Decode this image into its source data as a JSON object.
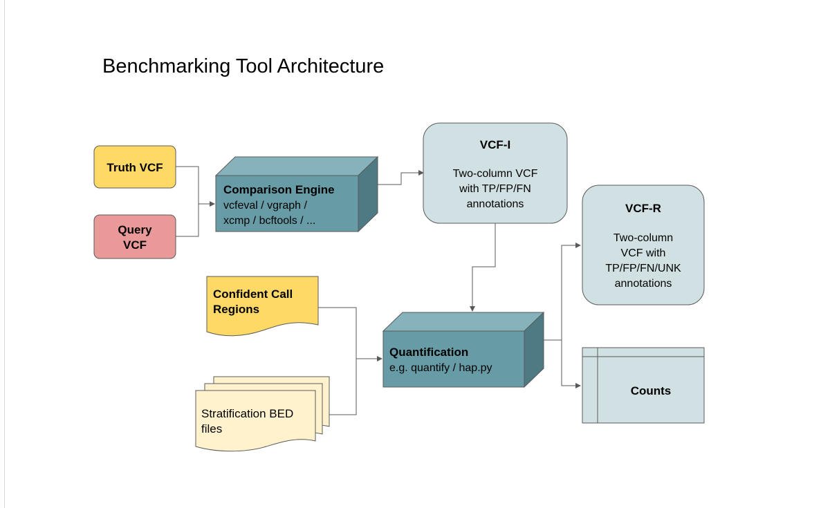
{
  "title": "Benchmarking Tool Architecture",
  "nodes": {
    "truth_vcf": {
      "label": "Truth VCF",
      "fill": "#ffd966"
    },
    "query_vcf": {
      "line1": "Query",
      "line2": "VCF",
      "fill": "#ea9999"
    },
    "comparison_engine": {
      "title": "Comparison Engine",
      "line1": "vcfeval / vgraph /",
      "line2": "xcmp / bcftools / ...",
      "fill": "#679ca7"
    },
    "vcf_i": {
      "title": "VCF-I",
      "line1": "Two-column VCF",
      "line2": "with TP/FP/FN",
      "line3": "annotations",
      "fill": "#d0e0e3"
    },
    "vcf_r": {
      "title": "VCF-R",
      "line1": "Two-column",
      "line2": "VCF with",
      "line3": "TP/FP/FN/UNK",
      "line4": "annotations",
      "fill": "#d0e0e3"
    },
    "confident_regions": {
      "line1": "Confident Call",
      "line2": "Regions",
      "fill": "#ffd966"
    },
    "stratification": {
      "line1": "Stratification BED",
      "line2": "files",
      "fill": "#fff2cc"
    },
    "quantification": {
      "title": "Quantification",
      "line1": "e.g. quantify / hap.py",
      "fill": "#679ca7"
    },
    "counts": {
      "label": "Counts",
      "fill": "#d0e0e3"
    }
  },
  "colors": {
    "stroke": "#595959",
    "text": "#000000"
  }
}
